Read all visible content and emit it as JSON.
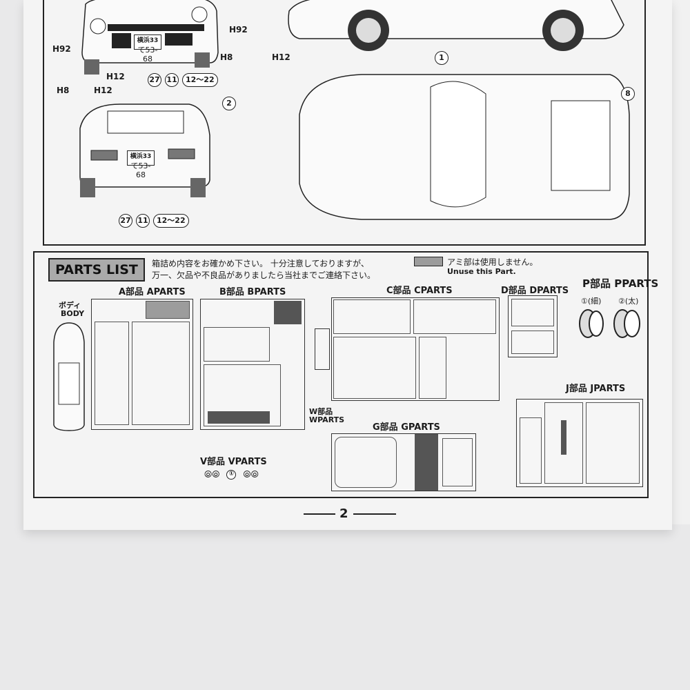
{
  "diagram": {
    "front_plate": "て53-68",
    "rear_plate": "て53-68",
    "plate_region": "横浜33",
    "callouts_front": [
      "H92",
      "H92",
      "H12",
      "H8",
      "H12",
      "H8",
      "H12"
    ],
    "decals_front": [
      "27",
      "11",
      "12〜22"
    ],
    "decals_rear": [
      "27",
      "11",
      "12〜22"
    ],
    "side_callout": "1",
    "rear_callout": "2",
    "top_callout": "8"
  },
  "parts_list": {
    "title": "PARTS LIST",
    "notice_line1": "箱詰め内容をお確かめ下さい。 十分注意しておりますが、",
    "notice_line2": "万一、欠品や不良品がありましたら当社までご連絡下さい。",
    "unused_jp": "アミ部は使用しません。",
    "unused_en": "Unuse this Part.",
    "body_jp": "ボディ",
    "body_en": "BODY",
    "groups": {
      "a": "A部品 APARTS",
      "b": "B部品 BPARTS",
      "c": "C部品 CPARTS",
      "d": "D部品 DPARTS",
      "p": "P部品 PPARTS",
      "p1": "①(細)",
      "p2": "②(太)",
      "w": "W部品",
      "w_en": "WPARTS",
      "g": "G部品 GPARTS",
      "j": "J部品 JPARTS",
      "v": "V部品 VPARTS",
      "v1": "①"
    }
  },
  "page_number": "2"
}
